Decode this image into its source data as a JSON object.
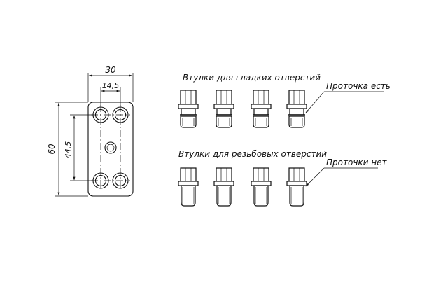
{
  "dimensions": {
    "width_outer": "30",
    "hole_spacing_x": "14,5",
    "height_outer": "60",
    "hole_spacing_y": "44,5"
  },
  "labels": {
    "group_top": "Втулки для гладких отверстий",
    "group_bottom": "Втулки для резьбовых отверстий",
    "callout_top": "Проточка есть",
    "callout_bottom": "Проточки нет"
  }
}
